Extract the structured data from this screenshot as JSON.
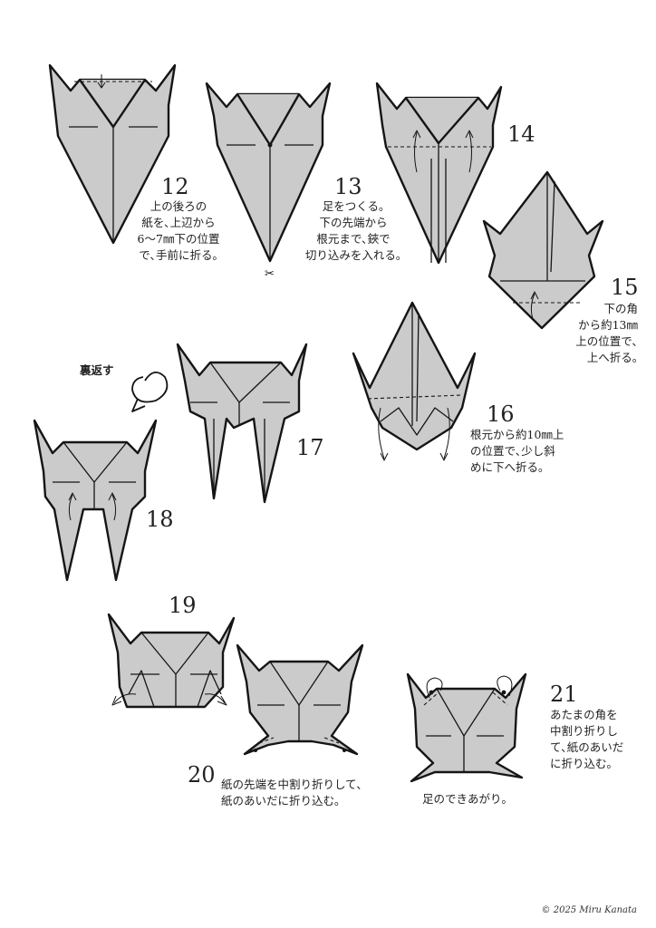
{
  "steps": [
    {
      "number": "12",
      "text": "上の後ろの\n紙を､上辺から\n6〜7㎜下の位置\nで､手前に折る｡"
    },
    {
      "number": "13",
      "text": "足をつくる｡\n下の先端から\n根元まで､鋏で\n切り込みを入れる｡"
    },
    {
      "number": "14",
      "text": ""
    },
    {
      "number": "15",
      "text": "下の角\nから約13㎜\n上の位置で､\n上へ折る｡"
    },
    {
      "number": "16",
      "text": "根元から約10㎜上\nの位置で､少し斜\nめに下へ折る｡"
    },
    {
      "number": "17",
      "text": ""
    },
    {
      "number": "18",
      "text": ""
    },
    {
      "number": "19",
      "text": ""
    },
    {
      "number": "20",
      "text": "紙の先端を中割り折りして､\n紙のあいだに折り込む｡"
    },
    {
      "number": "21",
      "text": "あたまの角を\n中割り折りし\nて､紙のあいだ\nに折り込む｡"
    }
  ],
  "turn_over_label": "裏返す",
  "finished_label": "足のできあがり｡",
  "copyright": "© 2025 Miru Kanata"
}
